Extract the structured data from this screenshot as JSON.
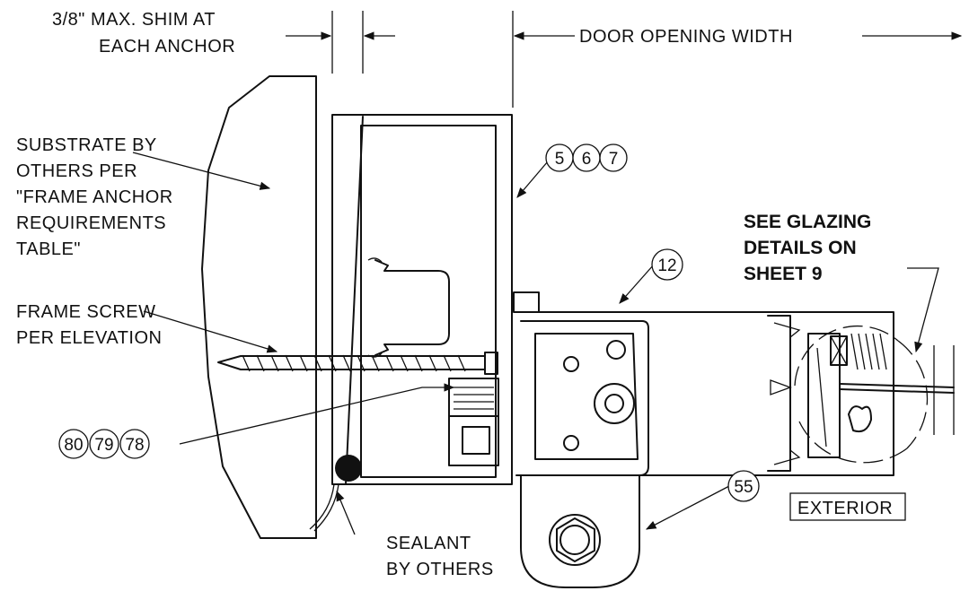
{
  "labels": {
    "shim_line1": "3/8\" MAX. SHIM AT",
    "shim_line2": "EACH ANCHOR",
    "door_opening": "DOOR OPENING WIDTH",
    "substrate_1": "SUBSTRATE BY",
    "substrate_2": "OTHERS PER",
    "substrate_3": "\"FRAME ANCHOR",
    "substrate_4": "REQUIREMENTS",
    "substrate_5": "TABLE\"",
    "screw_1": "FRAME SCREW",
    "screw_2": "PER ELEVATION",
    "glazing_1": "SEE GLAZING",
    "glazing_2": "DETAILS ON",
    "glazing_3": "SHEET 9",
    "sealant_1": "SEALANT",
    "sealant_2": "BY OTHERS",
    "exterior": "EXTERIOR"
  },
  "callouts": {
    "c5": "5",
    "c6": "6",
    "c7": "7",
    "c12": "12",
    "c80": "80",
    "c79": "79",
    "c78": "78",
    "c55": "55"
  }
}
